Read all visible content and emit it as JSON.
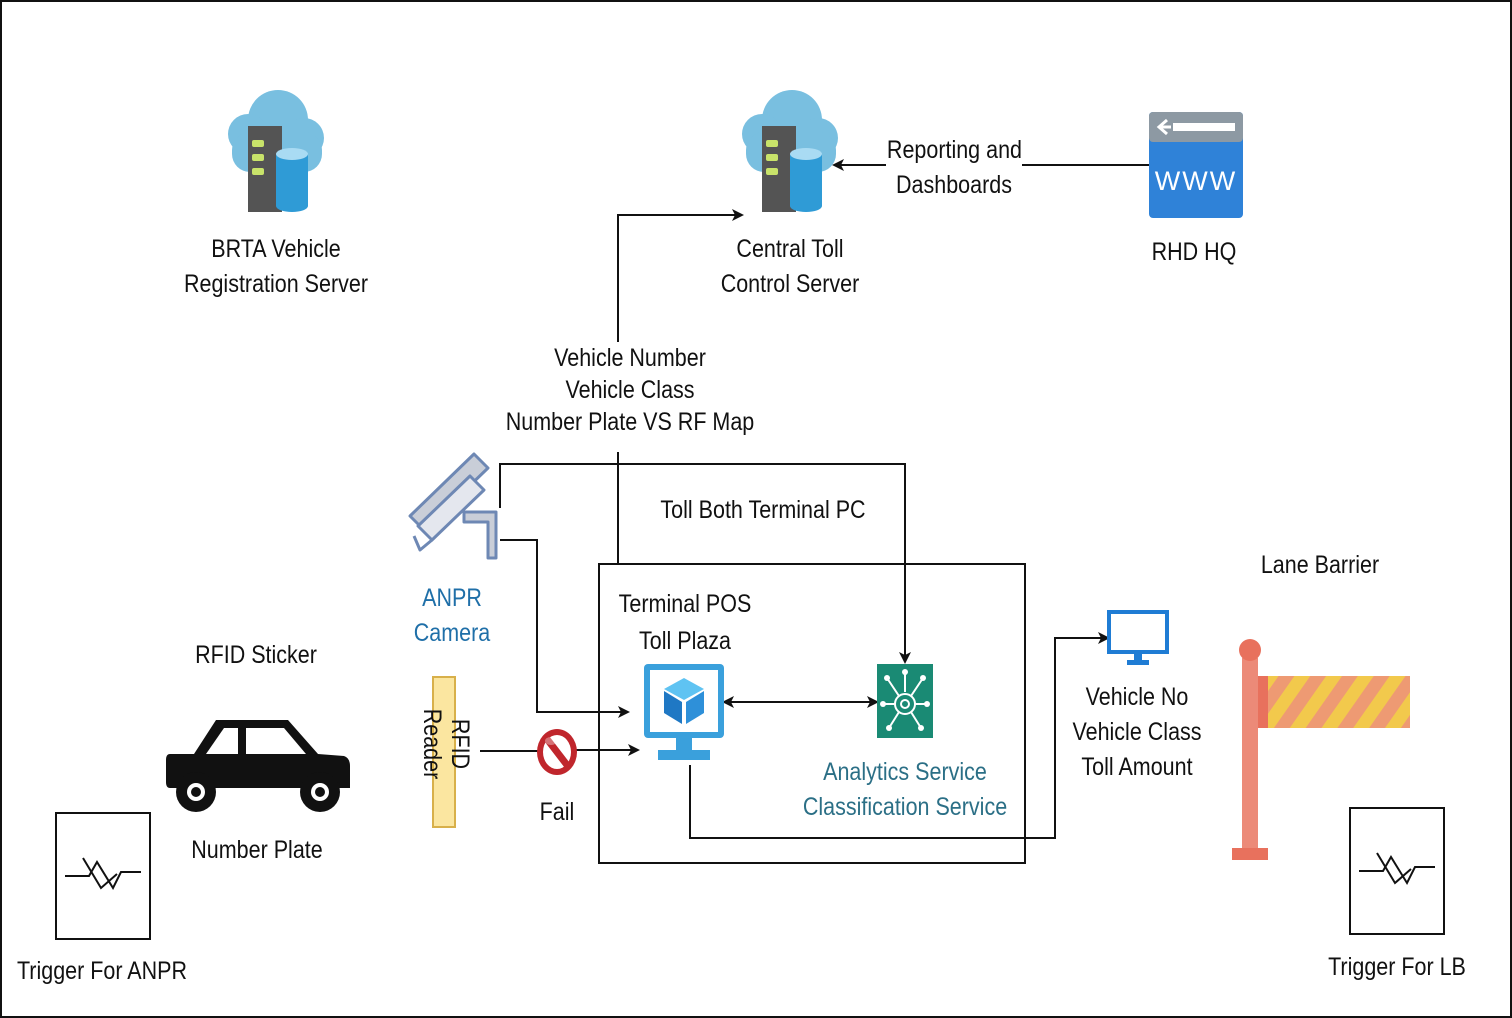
{
  "nodes": {
    "brta": {
      "label": [
        "BRTA Vehicle",
        "Registration Server"
      ],
      "icon": "cloud-server-icon"
    },
    "central": {
      "label": [
        "Central Toll",
        "Control Server"
      ],
      "icon": "cloud-server-icon"
    },
    "rhd": {
      "label": [
        "RHD HQ"
      ],
      "icon": "www-browser-icon"
    },
    "reporting": {
      "label": [
        "Reporting and",
        "Dashboards"
      ]
    },
    "vehicle_data": {
      "label": [
        "Vehicle Number",
        "Vehicle Class",
        "Number Plate VS RF Map"
      ]
    },
    "terminal_pc": {
      "label": [
        "Toll Both Terminal PC"
      ]
    },
    "anpr": {
      "label": [
        "ANPR",
        "Camera"
      ],
      "icon": "cctv-camera-icon"
    },
    "pos": {
      "label": [
        "Terminal POS",
        "Toll Plaza"
      ],
      "icon": "monitor-cube-icon"
    },
    "analytics": {
      "label": [
        "Analytics Service",
        "Classification Service"
      ],
      "icon": "analytics-service-icon"
    },
    "rfid_sticker": {
      "label": [
        "RFID Sticker"
      ]
    },
    "car": {
      "label": [
        "Number Plate"
      ],
      "icon": "car-icon"
    },
    "rfid_reader": {
      "label": [
        "RFID",
        "Reader"
      ]
    },
    "fail": {
      "label": [
        "Fail"
      ],
      "icon": "no-entry-icon"
    },
    "display": {
      "label": [
        "Vehicle No",
        "Vehicle Class",
        "Toll Amount"
      ],
      "icon": "monitor-icon"
    },
    "lane_barrier": {
      "label": [
        "Lane Barrier"
      ],
      "icon": "barrier-gate-icon"
    },
    "trigger_anpr": {
      "label": [
        "Trigger For ANPR"
      ],
      "icon": "sensor-icon"
    },
    "trigger_lb": {
      "label": [
        "Trigger For LB"
      ],
      "icon": "sensor-icon"
    }
  },
  "colors": {
    "cloud": "#79bfe0",
    "server": "#545454",
    "cylinder": "#2f9bd6",
    "www": "#2f82d8",
    "pos": "#3aa0dc",
    "analytics": "#1a8a74",
    "monitor": "#1f7cd4",
    "camera_label": "#1f6fa8",
    "no_entry": "#c0262c",
    "barrier_pole": "#ec8a78",
    "barrier_stripe": "#f2c94c"
  }
}
